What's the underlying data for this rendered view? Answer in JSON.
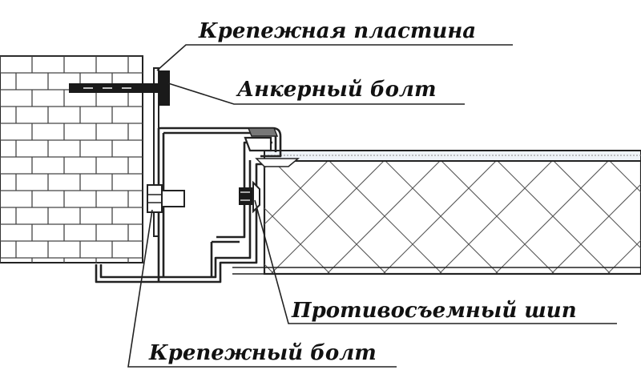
{
  "labels": {
    "mounting_plate": "Крепежная пластина",
    "anchor_bolt": "Анкерный болт",
    "anti_removal_pin": "Противосъемный шип",
    "fastening_bolt": "Крепежный болт"
  },
  "colors": {
    "line": "#222222",
    "wall_fill": "#ffffff",
    "background": "#ffffff",
    "bolt_dark": "#1a1a1a"
  }
}
